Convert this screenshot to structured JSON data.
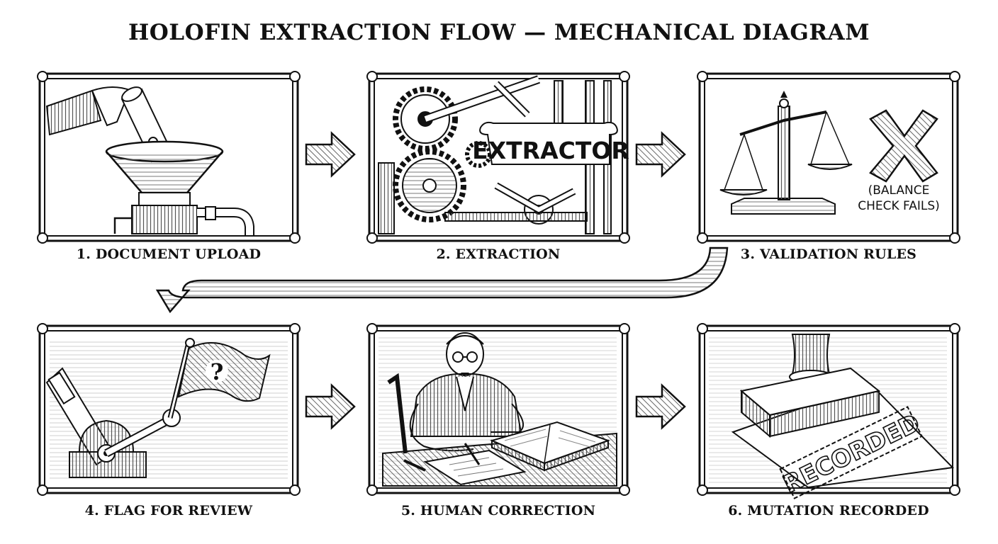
{
  "title": "HOLOFIN EXTRACTION FLOW — MECHANICAL DIAGRAM",
  "colors": {
    "ink": "#111111",
    "paper": "#ffffff",
    "hatch": "#6a6a6a",
    "light": "#e9e9e9"
  },
  "steps": [
    {
      "label": "1. DOCUMENT UPLOAD",
      "icon": "funnel-hand-icon"
    },
    {
      "label": "2. EXTRACTION",
      "icon": "gear-machine-icon",
      "machine_text": "EXTRACTOR"
    },
    {
      "label": "3. VALIDATION RULES",
      "icon": "balance-scale-icon",
      "note_line1": "(BALANCE",
      "note_line2": "CHECK FAILS)"
    },
    {
      "label": "4. FLAG FOR REVIEW",
      "icon": "lever-flag-icon",
      "flag_symbol": "?"
    },
    {
      "label": "5. HUMAN CORRECTION",
      "icon": "clerk-writing-icon"
    },
    {
      "label": "6. MUTATION RECORDED",
      "icon": "stamp-icon",
      "stamp_text": "RECORDED"
    }
  ]
}
